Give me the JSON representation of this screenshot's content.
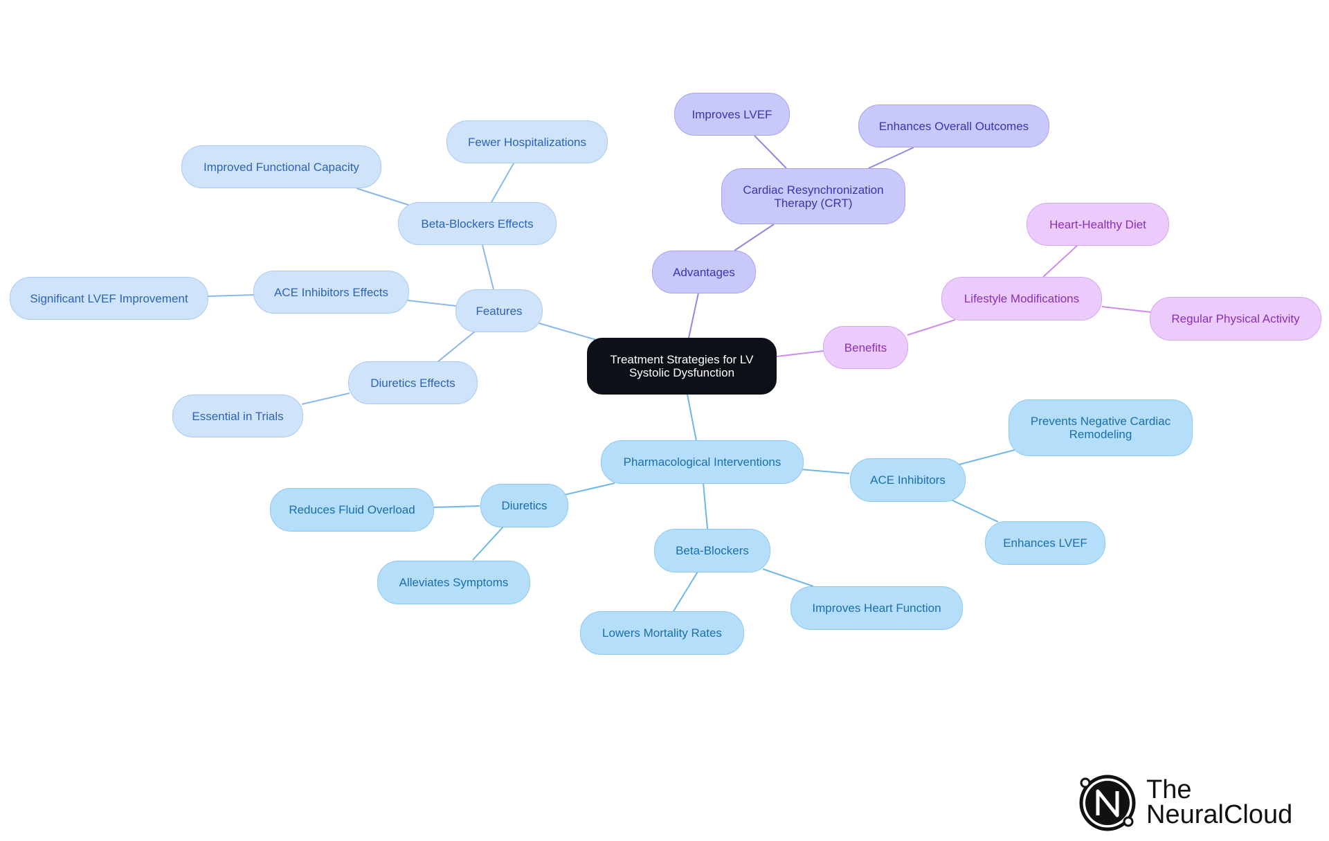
{
  "diagram": {
    "root": "Treatment Strategies for LV Systolic Dysfunction",
    "features": {
      "label": "Features",
      "beta_effects": "Beta-Blockers Effects",
      "fewer_hosp": "Fewer Hospitalizations",
      "improved_capacity": "Improved Functional Capacity",
      "ace_effects": "ACE Inhibitors Effects",
      "significant_lvef": "Significant LVEF Improvement",
      "diuretics_effects": "Diuretics Effects",
      "essential_trials": "Essential in Trials"
    },
    "advantages": {
      "label": "Advantages",
      "crt": "Cardiac Resynchronization Therapy (CRT)",
      "improves_lvef": "Improves LVEF",
      "enhances_outcomes": "Enhances Overall Outcomes"
    },
    "benefits": {
      "label": "Benefits",
      "lifestyle": "Lifestyle Modifications",
      "diet": "Heart-Healthy Diet",
      "activity": "Regular Physical Activity"
    },
    "pharmacological": {
      "label": "Pharmacological Interventions",
      "ace": "ACE Inhibitors",
      "prevents_remodeling": "Prevents Negative Cardiac Remodeling",
      "enhances_lvef": "Enhances LVEF",
      "diuretics": "Diuretics",
      "reduces_fluid": "Reduces Fluid Overload",
      "alleviates": "Alleviates Symptoms",
      "beta": "Beta-Blockers",
      "improves_heart": "Improves Heart Function",
      "lowers_mortality": "Lowers Mortality Rates"
    }
  },
  "colors": {
    "features_edge": "#8ab8ea",
    "pharm_edge": "#6cb7e6",
    "adv_edge": "#8d89e6",
    "ben_edge": "#cc8ce9"
  },
  "logo": {
    "line1": "The",
    "line2": "NeuralCloud",
    "icon": "neuralcloud-n-logo"
  }
}
